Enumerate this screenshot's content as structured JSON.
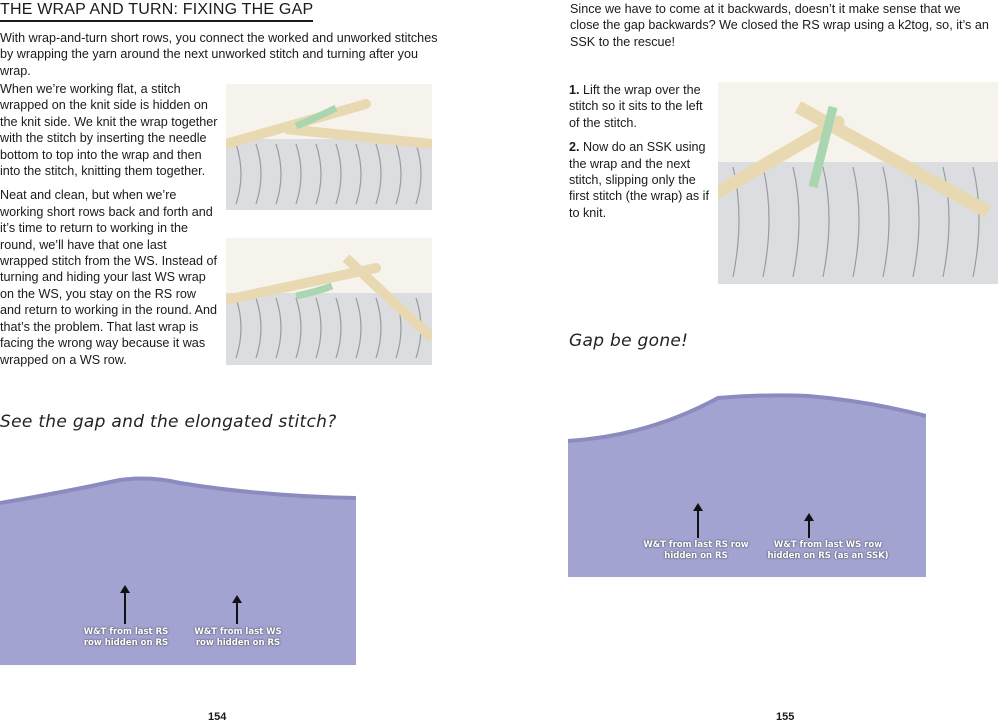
{
  "left_page": {
    "title": "THE WRAP AND TURN: FIXING THE GAP",
    "intro": "With wrap-and-turn short rows, you connect the worked and unworked stitches by wrapping the yarn around the next unworked stitch and turning after you wrap.",
    "para1": "When we’re working flat, a stitch wrapped on the knit side is hidden on the knit side. We knit the wrap together with the stitch by inserting the needle bottom to top into the wrap and then into the stitch, knitting them together.",
    "para2": "Neat and clean, but when we’re working short rows back and forth and it’s time to return to working in the round, we’ll have that one last wrapped stitch from the WS. Instead of turning and hiding your last WS wrap on the WS, you stay on the RS row and return to working in the round. And that’s the problem. That last wrap is facing the wrong way because it was wrapped on a WS row.",
    "handwritten_heading": "See the gap and the elongated stitch?",
    "photo_labels": [
      "W&T from last RS row hidden on RS",
      "W&T from last WS row hidden on RS"
    ],
    "page_number": "154"
  },
  "right_page": {
    "intro": "Since we have to come at it backwards, doesn’t it make sense that we close the gap backwards? We closed the RS wrap using a k2tog, so, it’s an SSK to the rescue!",
    "steps": [
      {
        "num": "1.",
        "text": " Lift the wrap over the stitch so it sits to the left of the stitch."
      },
      {
        "num": "2.",
        "text": " Now do an SSK using the wrap and the next stitch, slipping only the first stitch (the wrap) as if to knit."
      }
    ],
    "handwritten_heading": "Gap be gone!",
    "photo_labels": [
      "W&T from last RS row hidden on RS",
      "W&T from last WS row hidden on RS (as an SSK)"
    ],
    "page_number": "155"
  },
  "colors": {
    "yarn_photo": "#a3a3d2",
    "wrap_green": "#a9d6b0",
    "needle": "#e9d9b3",
    "stitch_grey": "#d9dadc"
  }
}
